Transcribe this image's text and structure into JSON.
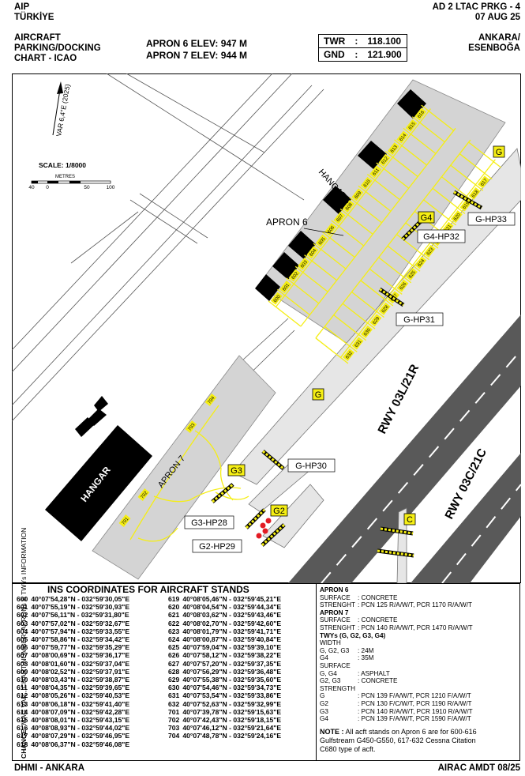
{
  "header": {
    "left_line1": "AIP",
    "left_line2": "TÜRKİYE",
    "right_line1": "AD 2 LTAC PRKG - 4",
    "right_line2": "07 AUG 25"
  },
  "chart_title": {
    "line1": "AIRCRAFT",
    "line2": "PARKING/DOCKING",
    "line3": "CHART - ICAO"
  },
  "apron_elev": {
    "line1": "APRON 6 ELEV: 947 M",
    "line2": "APRON 7 ELEV: 944 M"
  },
  "frequencies": [
    {
      "name": "TWR",
      "sep": ":",
      "value": "118.100"
    },
    {
      "name": "GND",
      "sep": ":",
      "value": "121.900"
    }
  ],
  "location": {
    "line1": "ANKARA/",
    "line2": "ESENBOĞA"
  },
  "map": {
    "var_label": "VAR 6,4°E (2025)",
    "scale_label": "SCALE: 1/8000",
    "scale_unit": "METRES",
    "scale_ticks": [
      "40",
      "0",
      "50",
      "100"
    ],
    "hangars_label": "HANGARS",
    "hangar_label": "HANGAR",
    "apron6_label": "APRON 6",
    "apron7_label": "APRON 7",
    "rwy1": "RWY 03L/21R",
    "rwy2": "RWY 03C/21C",
    "taxiways": [
      "G",
      "G4",
      "G",
      "G3",
      "G2",
      "C"
    ],
    "holding_points": [
      "G-HP33",
      "G4-HP32",
      "G-HP31",
      "G-HP30",
      "G3-HP28",
      "G2-HP29"
    ],
    "stands_row1": [
      "616",
      "615",
      "614",
      "613",
      "612",
      "611",
      "610",
      "609",
      "608",
      "607",
      "606",
      "605",
      "604",
      "603",
      "602",
      "601",
      "600"
    ],
    "stands_row2": [
      "617",
      "618",
      "619",
      "620",
      "621",
      "622",
      "623",
      "624",
      "625",
      "626",
      "627",
      "628",
      "629",
      "630",
      "631",
      "632"
    ],
    "stands_apron7": [
      "701",
      "702",
      "703",
      "704"
    ],
    "colors": {
      "stand_yellow": "#f5ee14",
      "apron_gray": "#d4d4d4",
      "runway_dark": "#595959",
      "building_black": "#000000"
    }
  },
  "ins_title": "INS COORDINATES FOR AIRCRAFT STANDS",
  "coords_left": [
    {
      "stand": "600",
      "coord": "40°07'54,28\"N - 032°59'30,05\"E"
    },
    {
      "stand": "601",
      "coord": "40°07'55,19\"N - 032°59'30,93\"E"
    },
    {
      "stand": "602",
      "coord": "40°07'56,11\"N - 032°59'31,80\"E"
    },
    {
      "stand": "603",
      "coord": "40°07'57,02\"N - 032°59'32,67\"E"
    },
    {
      "stand": "604",
      "coord": "40°07'57,94\"N - 032°59'33,55\"E"
    },
    {
      "stand": "605",
      "coord": "40°07'58,86\"N - 032°59'34,42\"E"
    },
    {
      "stand": "606",
      "coord": "40°07'59,77\"N - 032°59'35,29\"E"
    },
    {
      "stand": "607",
      "coord": "40°08'00,69\"N - 032°59'36,17\"E"
    },
    {
      "stand": "608",
      "coord": "40°08'01,60\"N - 032°59'37,04\"E"
    },
    {
      "stand": "609",
      "coord": "40°08'02,52\"N - 032°59'37,91\"E"
    },
    {
      "stand": "610",
      "coord": "40°08'03,43\"N - 032°59'38,87\"E"
    },
    {
      "stand": "611",
      "coord": "40°08'04,35\"N - 032°59'39,65\"E"
    },
    {
      "stand": "612",
      "coord": "40°08'05,26\"N - 032°59'40,53\"E"
    },
    {
      "stand": "613",
      "coord": "40°08'06,18\"N - 032°59'41,40\"E"
    },
    {
      "stand": "614",
      "coord": "40°08'07,09\"N - 032°59'42,28\"E"
    },
    {
      "stand": "615",
      "coord": "40°08'08,01\"N - 032°59'43,15\"E"
    },
    {
      "stand": "616",
      "coord": "40°08'08,93\"N - 032°59'44,02\"E"
    },
    {
      "stand": "617",
      "coord": "40°08'07,29\"N - 032°59'46,95\"E"
    },
    {
      "stand": "618",
      "coord": "40°08'06,37\"N - 032°59'46,08\"E"
    }
  ],
  "coords_right": [
    {
      "stand": "619",
      "coord": "40°08'05,46\"N - 032°59'45,21\"E"
    },
    {
      "stand": "620",
      "coord": "40°08'04,54\"N - 032°59'44,34\"E"
    },
    {
      "stand": "621",
      "coord": "40°08'03,62\"N - 032°59'43,46\"E"
    },
    {
      "stand": "622",
      "coord": "40°08'02,70\"N - 032°59'42,60\"E"
    },
    {
      "stand": "623",
      "coord": "40°08'01,79\"N - 032°59'41,71\"E"
    },
    {
      "stand": "624",
      "coord": "40°08'00,87\"N - 032°59'40,84\"E"
    },
    {
      "stand": "625",
      "coord": "40°07'59,04\"N - 032°59'39,10\"E"
    },
    {
      "stand": "626",
      "coord": "40°07'58,12\"N - 032°59'38,22\"E"
    },
    {
      "stand": "627",
      "coord": "40°07'57,20\"N - 032°59'37,35\"E"
    },
    {
      "stand": "628",
      "coord": "40°07'56,29\"N - 032°59'36,48\"E"
    },
    {
      "stand": "629",
      "coord": "40°07'55,38\"N - 032°59'35,60\"E"
    },
    {
      "stand": "630",
      "coord": "40°07'54,46\"N - 032°59'34,73\"E"
    },
    {
      "stand": "631",
      "coord": "40°07'53,54\"N - 032°59'33,86\"E"
    },
    {
      "stand": "632",
      "coord": "40°07'52,63\"N - 032°59'32,99\"E"
    },
    {
      "stand": "701",
      "coord": "40°07'39,78\"N - 032°59'15,63\"E"
    },
    {
      "stand": "702",
      "coord": "40°07'42,43\"N - 032°59'18,15\"E"
    },
    {
      "stand": "703",
      "coord": "40°07'46,12\"N - 032°59'21,64\"E"
    },
    {
      "stand": "704",
      "coord": "40°07'48,78\"N - 032°59'24,16\"E"
    }
  ],
  "tech": {
    "apron6_title": "APRON 6",
    "apron6_surface_k": "SURFACE",
    "apron6_surface_v": ": CONCRETE",
    "apron6_strength_k": "STRENGHT",
    "apron6_strength_v": ": PCN 125 R/A/W/T, PCR 1170 R/A/W/T",
    "apron7_title": "APRON 7",
    "apron7_surface_k": "SURFACE",
    "apron7_surface_v": ": CONCRETE",
    "apron7_strength_k": "STRENGHT",
    "apron7_strength_v": ": PCN 140 R/A/W/T, PCR 1470 R/A/W/T",
    "twys_title": "TWYs (G, G2, G3, G4)",
    "width_title": "WIDTH",
    "w1_k": "G, G2, G3",
    "w1_v": ": 24M",
    "w2_k": "G4",
    "w2_v": ": 35M",
    "surface_title": "SURFACE",
    "s1_k": "G, G4",
    "s1_v": ": ASPHALT",
    "s2_k": "G2, G3",
    "s2_v": ": CONCRETE",
    "strength_title": "STRENGTH",
    "st1_k": "G",
    "st1_v": ": PCN 139 F/A/W/T, PCR 1210 F/A/W/T",
    "st2_k": "G2",
    "st2_v": ": PCN 130 F/C/W/T, PCR 1190 R/A/W/T",
    "st3_k": "G3",
    "st3_v": ": PCN 140 R/A/W/T, PCR 1910 R/A/W/T",
    "st4_k": "G4",
    "st4_v": ": PCN 139 F/A/W/T, PCR 1590 F/A/W/T"
  },
  "note": {
    "label": "NOTE :",
    "text1": " All acft stands on Apron 6 are for 600-616",
    "text2": "Gulfstream G450-G550, 617-632 Cessna Citation",
    "text3": "C680 type of acft."
  },
  "side_text": {
    "label": "CHANGE:",
    "text": " MAG VAR., CHART NUMBER, APRONs & TWYs INFORMATION"
  },
  "footer": {
    "left": "DHMI - ANKARA",
    "right": "AIRAC AMDT 08/25"
  }
}
